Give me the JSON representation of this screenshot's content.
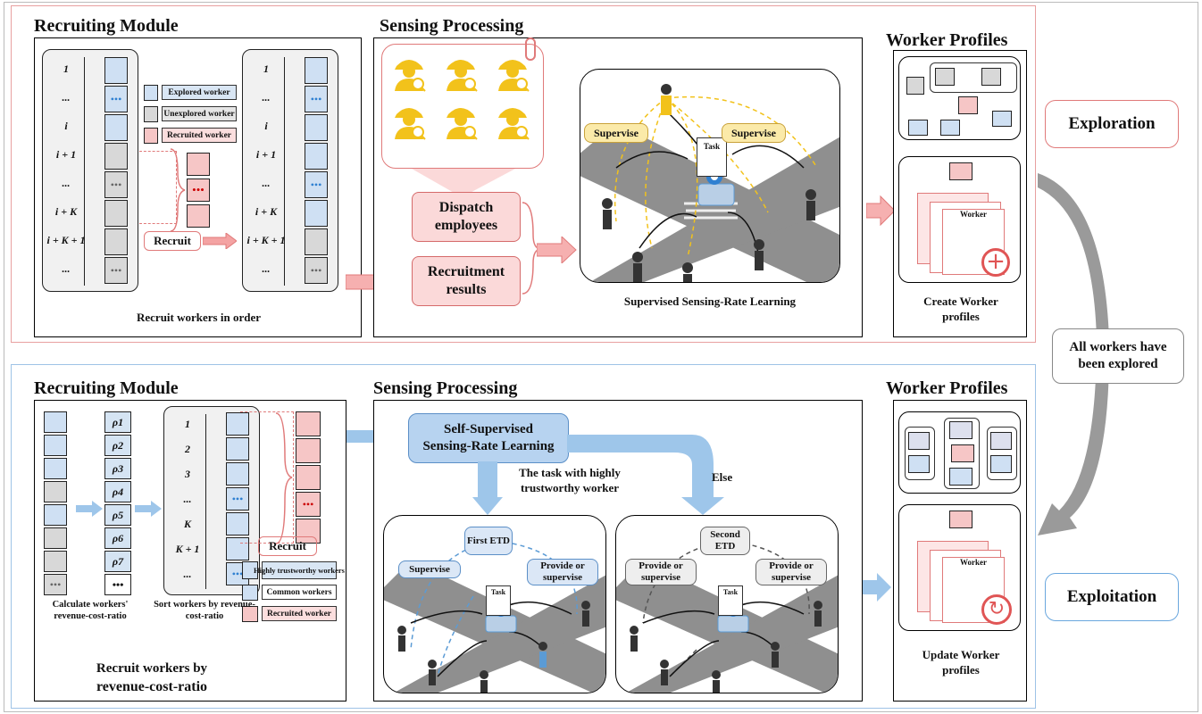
{
  "top": {
    "recruiting": {
      "title": "Recruiting Module",
      "caption": "Recruit workers in order",
      "rank_labels": [
        "1",
        "...",
        "i",
        "i + 1",
        "...",
        "i + K",
        "i + K + 1",
        "..."
      ],
      "legend": {
        "explored": "Explored worker",
        "unexplored": "Unexplored worker",
        "recruited": "Recruited worker"
      },
      "recruit_label": "Recruit"
    },
    "sensing": {
      "title": "Sensing Processing",
      "dispatch": "Dispatch employees",
      "results": "Recruitment results",
      "supervise_left": "Supervise",
      "supervise_right": "Supervise",
      "task": "Task",
      "caption": "Supervised Sensing-Rate Learning"
    },
    "profiles": {
      "title": "Worker Profiles",
      "card_label": "Worker",
      "caption": "Create Worker profiles"
    },
    "mode": "Exploration"
  },
  "transition": "All workers have been explored",
  "bottom": {
    "recruiting": {
      "title": "Recruiting Module",
      "rho_labels": [
        "ρ1",
        "ρ2",
        "ρ3",
        "ρ4",
        "ρ5",
        "ρ6",
        "ρ7",
        "•••"
      ],
      "rank_labels": [
        "1",
        "2",
        "3",
        "...",
        "K",
        "K + 1",
        "..."
      ],
      "calc_caption": "Calculate workers' revenue-cost-ratio",
      "sort_caption": "Sort workers by revenue-cost-ratio",
      "legend": {
        "trust": "Highly trustworthy workers",
        "common": "Common workers",
        "recruited": "Recruited worker"
      },
      "recruit_label": "Recruit",
      "caption_line1": "Recruit workers by",
      "caption_line2": "revenue-cost-ratio"
    },
    "sensing": {
      "title": "Sensing Processing",
      "ssl": "Self-Supervised Sensing-Rate Learning",
      "branch_trust": "The task with highly trustworthy worker",
      "branch_else": "Else",
      "first_etd": "First ETD",
      "second_etd": "Second ETD",
      "supervise": "Supervise",
      "provide1": "Provide or supervise",
      "provide2": "Provide or supervise",
      "provide3": "Provide or supervise",
      "task": "Task"
    },
    "profiles": {
      "title": "Worker Profiles",
      "card_label": "Worker",
      "caption": "Update Worker profiles"
    },
    "mode": "Exploitation"
  },
  "colors": {
    "red_accent": "#e07a7a",
    "blue_accent": "#6aa7de",
    "yellow": "#f2c21b",
    "explored_blue": "#5b9bd5"
  }
}
